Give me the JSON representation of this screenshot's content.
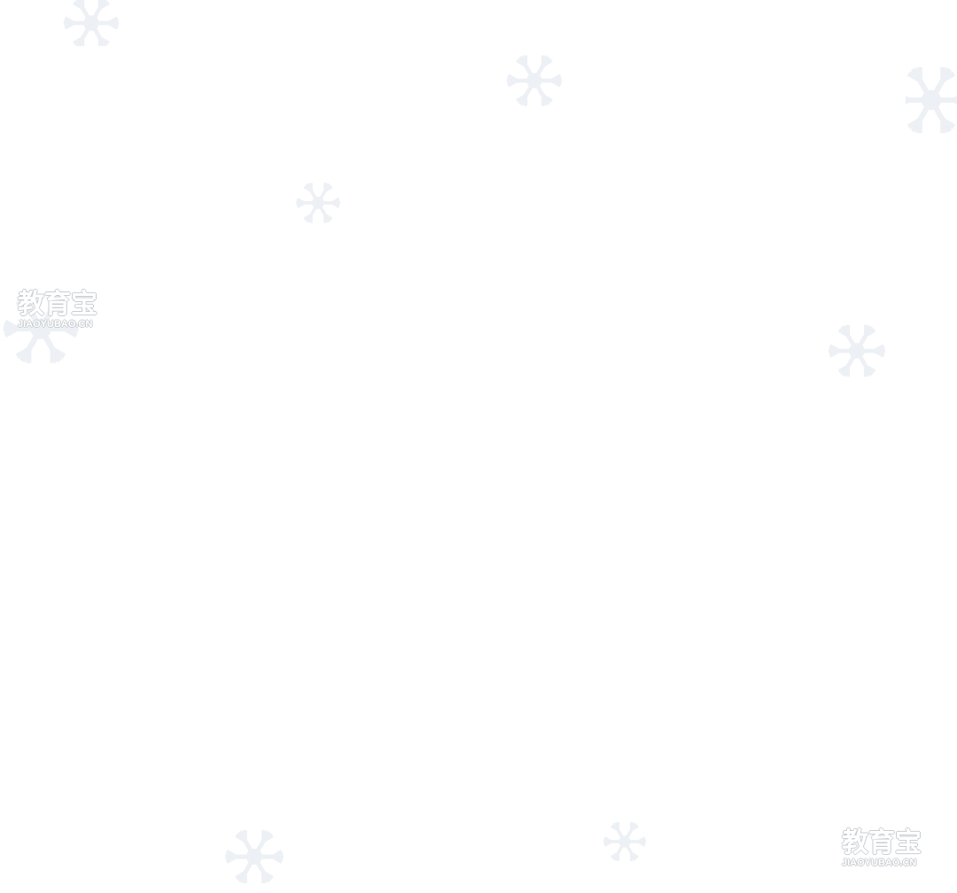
{
  "watermarks": [
    {
      "logo": "教育宝",
      "url": "JIAOYUBAO.CN"
    },
    {
      "logo": "教育宝",
      "url": "JIAOYUBAO.CN"
    }
  ],
  "colors": {
    "background": "#ffffff",
    "watermark_outline": "#c9cdd2",
    "flake_tint": "#3f5f8f"
  },
  "icons": [
    "snowflake-icon"
  ]
}
